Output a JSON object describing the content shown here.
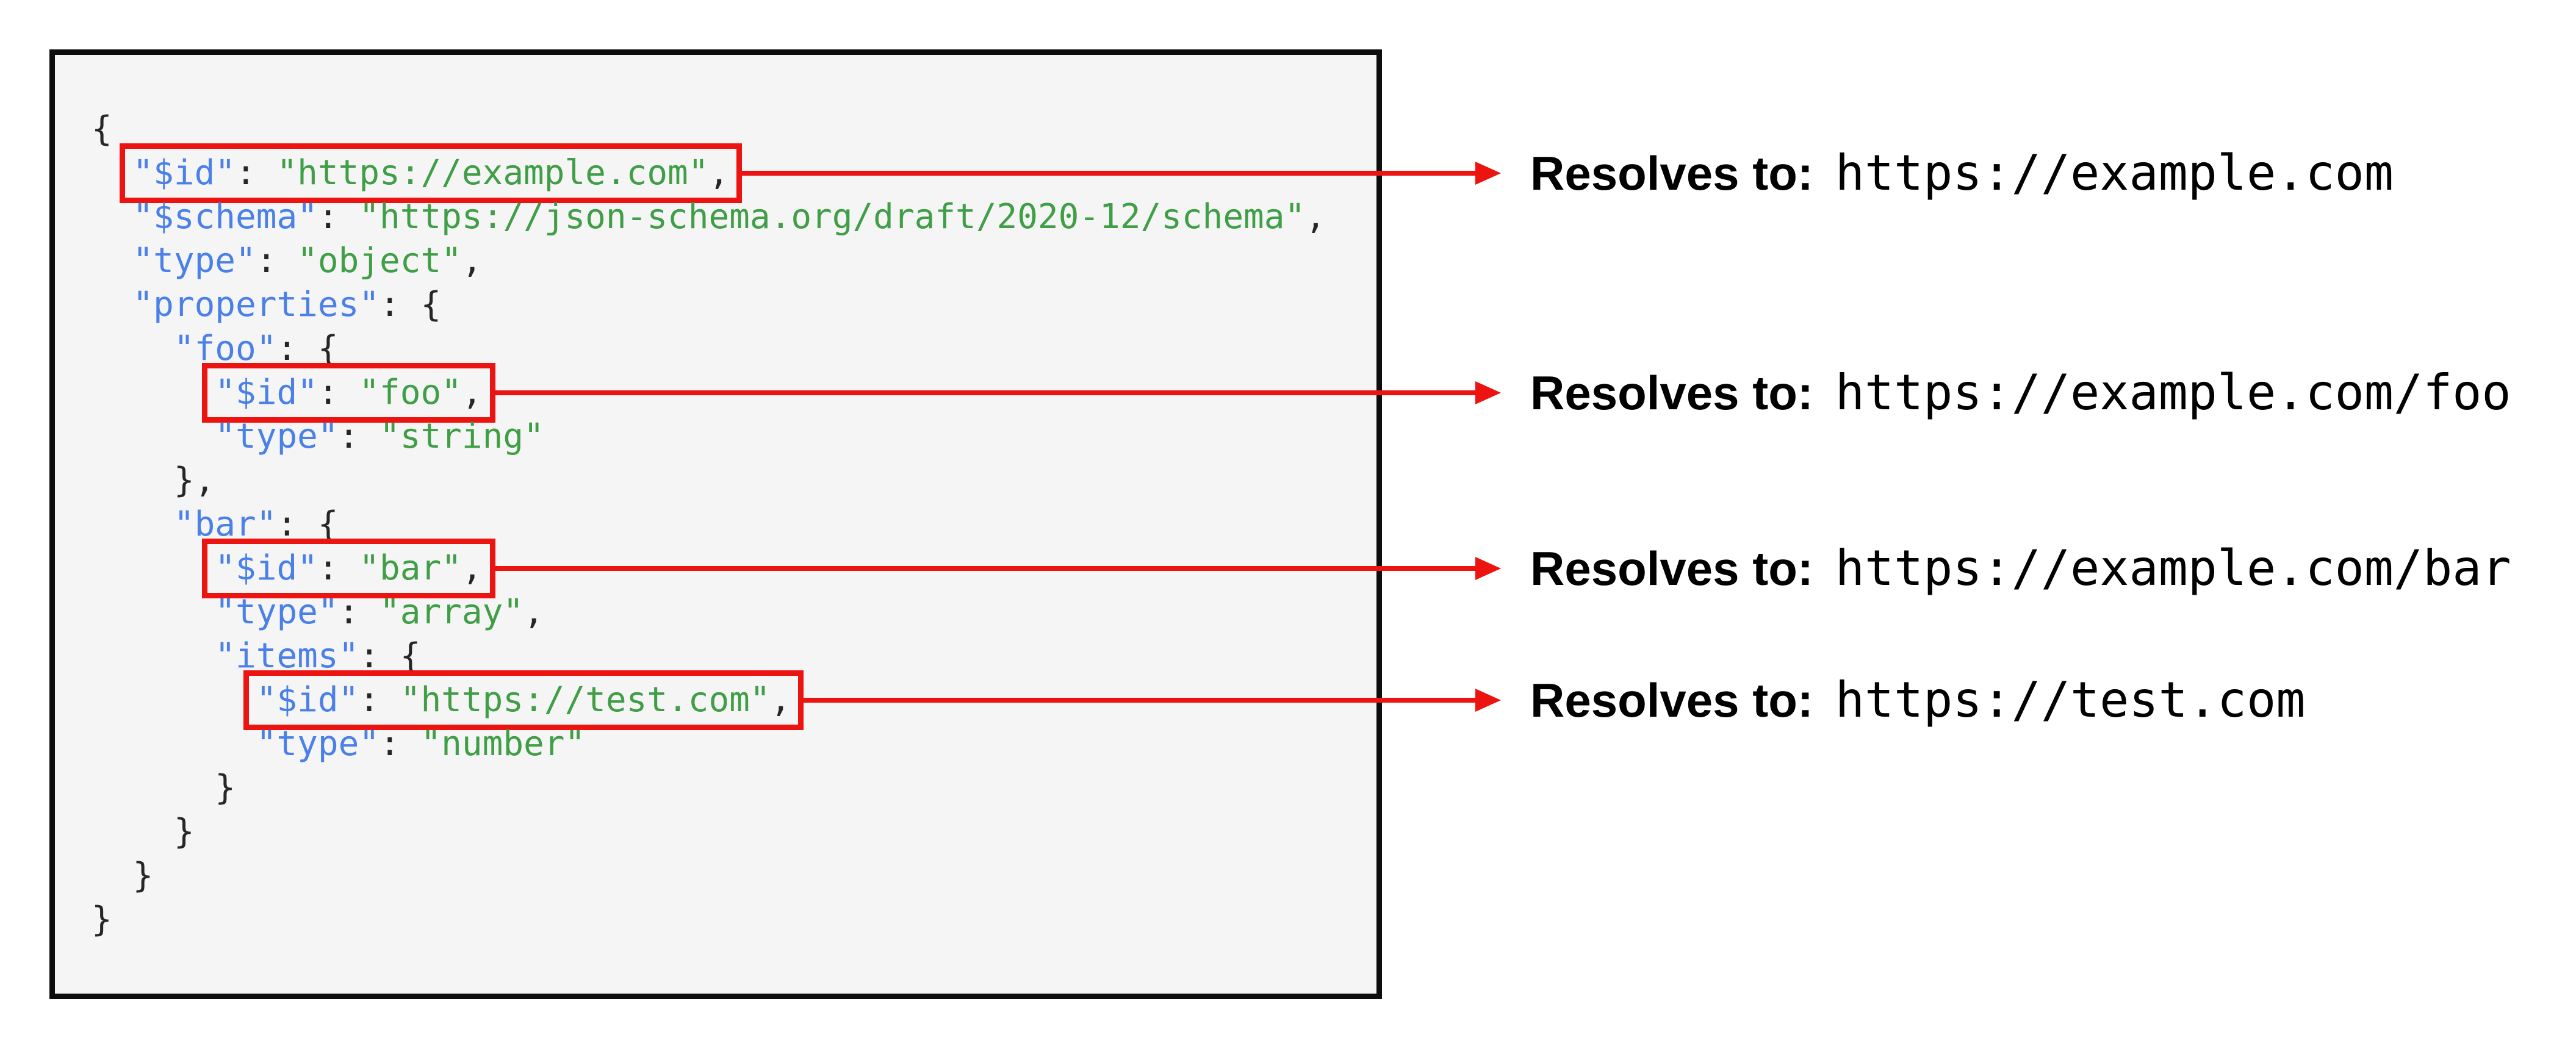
{
  "figure": {
    "description_colors": {
      "accent_red": "#ec1410",
      "key_blue": "#4a80e8",
      "string_green": "#3f9e46",
      "punctuation": "#262626",
      "code_background": "#f5f5f6",
      "code_border": "#0d0d0d"
    }
  },
  "code_block": {
    "lines": [
      {
        "boxed": false,
        "segments": [
          {
            "c": "punct",
            "t": "{"
          }
        ]
      },
      {
        "boxed": true,
        "segments": [
          {
            "c": "ws",
            "t": "  "
          },
          {
            "c": "key",
            "t": "\"$id\""
          },
          {
            "c": "punct",
            "t": ": "
          },
          {
            "c": "str",
            "t": "\"https://example.com\""
          },
          {
            "c": "punct",
            "t": ","
          }
        ]
      },
      {
        "boxed": false,
        "segments": [
          {
            "c": "ws",
            "t": "  "
          },
          {
            "c": "key",
            "t": "\"$schema\""
          },
          {
            "c": "punct",
            "t": ": "
          },
          {
            "c": "str",
            "t": "\"https://json-schema.org/draft/2020-12/schema\""
          },
          {
            "c": "punct",
            "t": ","
          }
        ]
      },
      {
        "boxed": false,
        "segments": [
          {
            "c": "ws",
            "t": "  "
          },
          {
            "c": "key",
            "t": "\"type\""
          },
          {
            "c": "punct",
            "t": ": "
          },
          {
            "c": "str",
            "t": "\"object\""
          },
          {
            "c": "punct",
            "t": ","
          }
        ]
      },
      {
        "boxed": false,
        "segments": [
          {
            "c": "ws",
            "t": "  "
          },
          {
            "c": "key",
            "t": "\"properties\""
          },
          {
            "c": "punct",
            "t": ": {"
          }
        ]
      },
      {
        "boxed": false,
        "segments": [
          {
            "c": "ws",
            "t": "    "
          },
          {
            "c": "key",
            "t": "\"foo\""
          },
          {
            "c": "punct",
            "t": ": {"
          }
        ]
      },
      {
        "boxed": true,
        "segments": [
          {
            "c": "ws",
            "t": "      "
          },
          {
            "c": "key",
            "t": "\"$id\""
          },
          {
            "c": "punct",
            "t": ": "
          },
          {
            "c": "str",
            "t": "\"foo\""
          },
          {
            "c": "punct",
            "t": ","
          }
        ]
      },
      {
        "boxed": false,
        "segments": [
          {
            "c": "ws",
            "t": "      "
          },
          {
            "c": "key",
            "t": "\"type\""
          },
          {
            "c": "punct",
            "t": ": "
          },
          {
            "c": "str",
            "t": "\"string\""
          }
        ]
      },
      {
        "boxed": false,
        "segments": [
          {
            "c": "ws",
            "t": "    "
          },
          {
            "c": "punct",
            "t": "},"
          }
        ]
      },
      {
        "boxed": false,
        "segments": [
          {
            "c": "ws",
            "t": "    "
          },
          {
            "c": "key",
            "t": "\"bar\""
          },
          {
            "c": "punct",
            "t": ": {"
          }
        ]
      },
      {
        "boxed": true,
        "segments": [
          {
            "c": "ws",
            "t": "      "
          },
          {
            "c": "key",
            "t": "\"$id\""
          },
          {
            "c": "punct",
            "t": ": "
          },
          {
            "c": "str",
            "t": "\"bar\""
          },
          {
            "c": "punct",
            "t": ","
          }
        ]
      },
      {
        "boxed": false,
        "segments": [
          {
            "c": "ws",
            "t": "      "
          },
          {
            "c": "key",
            "t": "\"type\""
          },
          {
            "c": "punct",
            "t": ": "
          },
          {
            "c": "str",
            "t": "\"array\""
          },
          {
            "c": "punct",
            "t": ","
          }
        ]
      },
      {
        "boxed": false,
        "segments": [
          {
            "c": "ws",
            "t": "      "
          },
          {
            "c": "key",
            "t": "\"items\""
          },
          {
            "c": "punct",
            "t": ": {"
          }
        ]
      },
      {
        "boxed": true,
        "segments": [
          {
            "c": "ws",
            "t": "        "
          },
          {
            "c": "key",
            "t": "\"$id\""
          },
          {
            "c": "punct",
            "t": ": "
          },
          {
            "c": "str",
            "t": "\"https://test.com\""
          },
          {
            "c": "punct",
            "t": ","
          }
        ]
      },
      {
        "boxed": false,
        "segments": [
          {
            "c": "ws",
            "t": "        "
          },
          {
            "c": "key",
            "t": "\"type\""
          },
          {
            "c": "punct",
            "t": ": "
          },
          {
            "c": "str",
            "t": "\"number\""
          }
        ]
      },
      {
        "boxed": false,
        "segments": [
          {
            "c": "ws",
            "t": "      "
          },
          {
            "c": "punct",
            "t": "}"
          }
        ]
      },
      {
        "boxed": false,
        "segments": [
          {
            "c": "ws",
            "t": "    "
          },
          {
            "c": "punct",
            "t": "}"
          }
        ]
      },
      {
        "boxed": false,
        "segments": [
          {
            "c": "ws",
            "t": "  "
          },
          {
            "c": "punct",
            "t": "}"
          }
        ]
      },
      {
        "boxed": false,
        "segments": [
          {
            "c": "punct",
            "t": "}"
          }
        ]
      }
    ]
  },
  "annotations": [
    {
      "label": "Resolves to:",
      "url": "https://example.com"
    },
    {
      "label": "Resolves to:",
      "url": "https://example.com/foo"
    },
    {
      "label": "Resolves to:",
      "url": "https://example.com/bar"
    },
    {
      "label": "Resolves to:",
      "url": "https://test.com"
    }
  ]
}
